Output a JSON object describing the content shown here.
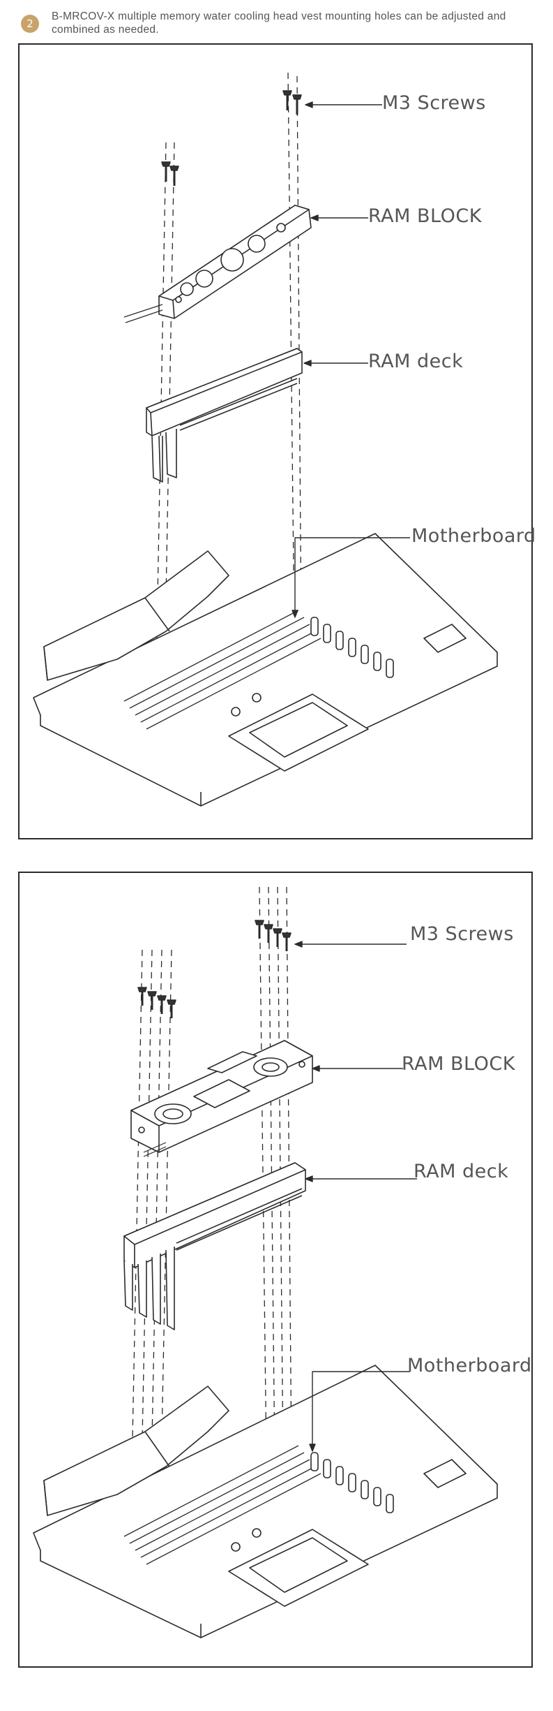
{
  "step": {
    "number": "2",
    "text": "B-MRCOV-X multiple memory water cooling head vest mounting holes can be adjusted and combined as needed."
  },
  "panels": [
    {
      "labels": {
        "screws": "M3 Screws",
        "block": "RAM BLOCK",
        "deck": "RAM deck",
        "motherboard": "Motherboard"
      }
    },
    {
      "labels": {
        "screws": "M3 Screws",
        "block": "RAM BLOCK",
        "deck": "RAM deck",
        "motherboard": "Motherboard"
      }
    }
  ],
  "colors": {
    "badge": "#c9a36a",
    "line": "#2b2b2b",
    "text": "#555555"
  }
}
